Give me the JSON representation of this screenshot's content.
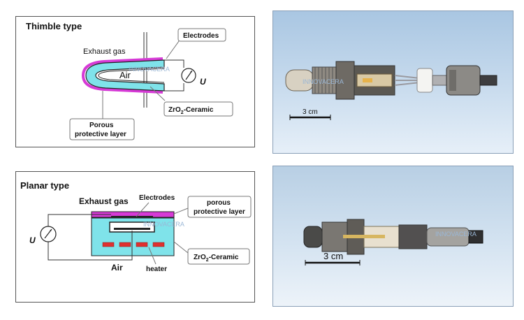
{
  "thimble": {
    "title": "Thimble type",
    "exhaust_gas": "Exhaust gas",
    "air": "Air",
    "electrodes": "Electrodes",
    "u": "U",
    "zro2_ceramic_pre": "ZrO",
    "zro2_ceramic_sub": "2",
    "zro2_ceramic_post": "-Ceramic",
    "porous_line1": "Porous",
    "porous_line2": "protective layer"
  },
  "planar": {
    "title": "Planar type",
    "exhaust_gas": "Exhaust gas",
    "electrodes": "Electrodes",
    "porous_line1": "porous",
    "porous_line2": "protective layer",
    "u": "U",
    "zro2_ceramic_pre": "ZrO",
    "zro2_ceramic_sub": "2",
    "zro2_ceramic_post": "-Ceramic",
    "air": "Air",
    "heater": "heater"
  },
  "watermark": "INNOVACERA",
  "photos": {
    "top_scale": "3 cm",
    "bottom_scale": "3 cm"
  },
  "colors": {
    "porous_layer": "#d63ad6",
    "ceramic": "#7fe3ea",
    "heater": "#e0302f",
    "photo_bg_top": "#b6cfe6",
    "photo_bg_bottom": "#e8f1fa"
  }
}
